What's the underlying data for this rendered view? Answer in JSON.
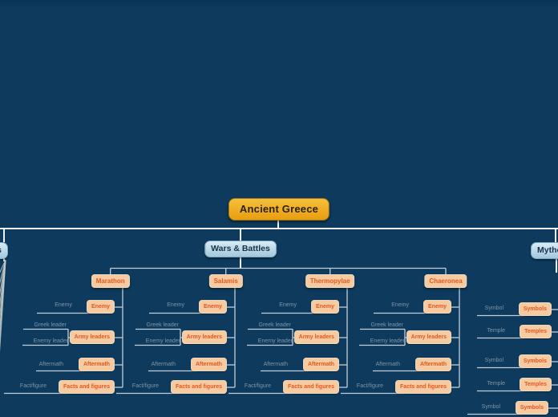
{
  "colors": {
    "bg": "#0d3a5d",
    "line_main": "#eef3f7",
    "line_branch": "#c2cfd9",
    "fan": "#c8cdc9",
    "tag_bg": "#f6cba2",
    "tag_text": "#e5571f",
    "tag_border": "#ecd9bc",
    "label_text": "#8294a4",
    "node_blue_top": "#d8ecf6",
    "node_blue_bottom": "#a2c7dc",
    "node_blue_text": "#18324a",
    "root_top": "#f5c03c",
    "root_bottom": "#e99d10",
    "root_text": "#28220f"
  },
  "root": {
    "label": "Ancient Greece"
  },
  "branches": {
    "left_partial": {
      "label": "s"
    },
    "wars": {
      "label": "Wars & Battles"
    },
    "mythology": {
      "label": "Mythology"
    }
  },
  "battles": [
    {
      "label": "Marathon",
      "rows": [
        {
          "labels": [
            "Enemy"
          ],
          "tag": "Enemy"
        },
        {
          "labels": [
            "Greek leader",
            "Enemy leader"
          ],
          "tag": "Army leaders"
        },
        {
          "labels": [
            "Aftermath"
          ],
          "tag": "Aftermath"
        },
        {
          "labels": [
            "Fact/figure"
          ],
          "tag": "Facts and figures"
        }
      ]
    },
    {
      "label": "Salamis",
      "rows": [
        {
          "labels": [
            "Enemy"
          ],
          "tag": "Enemy"
        },
        {
          "labels": [
            "Greek leader",
            "Enemy leader"
          ],
          "tag": "Army leaders"
        },
        {
          "labels": [
            "Aftermath"
          ],
          "tag": "Aftermath"
        },
        {
          "labels": [
            "Fact/figure"
          ],
          "tag": "Facts and figures"
        }
      ]
    },
    {
      "label": "Thermopylae",
      "rows": [
        {
          "labels": [
            "Enemy"
          ],
          "tag": "Enemy"
        },
        {
          "labels": [
            "Greek leader",
            "Enemy leader"
          ],
          "tag": "Army leaders"
        },
        {
          "labels": [
            "Aftermath"
          ],
          "tag": "Aftermath"
        },
        {
          "labels": [
            "Fact/figure"
          ],
          "tag": "Facts and figures"
        }
      ]
    },
    {
      "label": "Chaeronea",
      "rows": [
        {
          "labels": [
            "Enemy"
          ],
          "tag": "Enemy"
        },
        {
          "labels": [
            "Greek leader",
            "Enemy leader"
          ],
          "tag": "Army leaders"
        },
        {
          "labels": [
            "Aftermath"
          ],
          "tag": "Aftermath"
        },
        {
          "labels": [
            "Fact/figure"
          ],
          "tag": "Facts and figures"
        }
      ]
    }
  ],
  "right_panel": {
    "rows": [
      {
        "label": "Symbol",
        "tag": "Symbols"
      },
      {
        "label": "Temple",
        "tag": "Temples"
      },
      {
        "label": "Symbol",
        "tag": "Symbols"
      },
      {
        "label": "Temple",
        "tag": "Temples"
      },
      {
        "label": "Symbol",
        "tag": "Symbols"
      }
    ]
  }
}
